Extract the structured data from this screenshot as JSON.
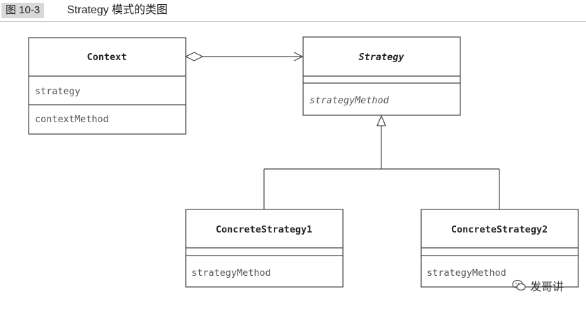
{
  "figure": {
    "label": "图 10-3",
    "title": "Strategy 模式的类图"
  },
  "classes": {
    "context": {
      "name": "Context",
      "attribute": "strategy",
      "method": "contextMethod"
    },
    "strategy": {
      "name": "Strategy",
      "attribute": "",
      "method": "strategyMethod",
      "abstract": true
    },
    "concrete1": {
      "name": "ConcreteStrategy1",
      "attribute": "",
      "method": "strategyMethod"
    },
    "concrete2": {
      "name": "ConcreteStrategy2",
      "attribute": "",
      "method": "strategyMethod"
    }
  },
  "relations": [
    {
      "type": "aggregation",
      "from": "Context",
      "to": "Strategy"
    },
    {
      "type": "generalization",
      "from": "ConcreteStrategy1",
      "to": "Strategy"
    },
    {
      "type": "generalization",
      "from": "ConcreteStrategy2",
      "to": "Strategy"
    }
  ],
  "watermark": {
    "text": "发哥讲",
    "icon": "wechat-icon"
  }
}
